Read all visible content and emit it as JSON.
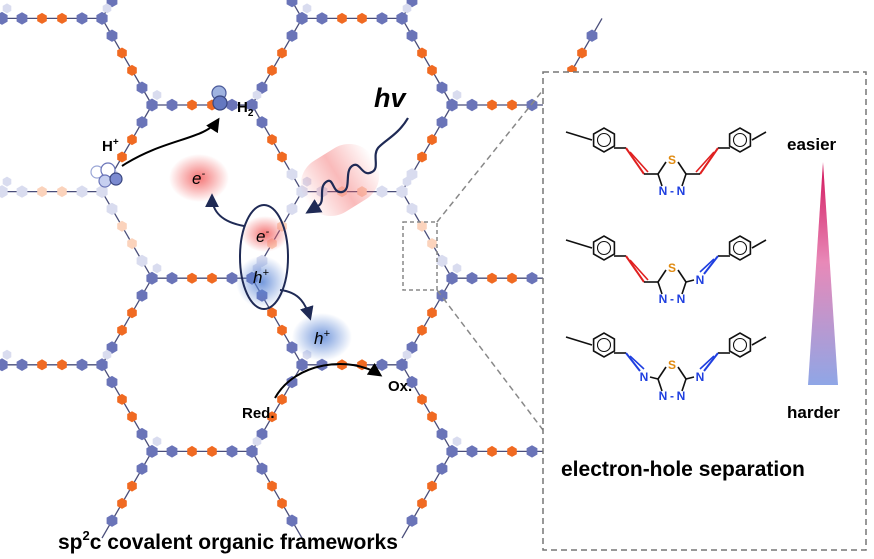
{
  "caption": {
    "prefix": "sp",
    "sup": "2",
    "suffix": "c covalent organic frameworks"
  },
  "light": {
    "label": "hv"
  },
  "hydrogen": {
    "reactant": "H",
    "reactant_sup": "+",
    "product": "H",
    "product_sub": "2"
  },
  "charges": {
    "electron_main": "e",
    "electron_main_sup": "-",
    "electron_pair": "e",
    "electron_pair_sup": "-",
    "hole_pair": "h",
    "hole_pair_sup": "+",
    "hole_main": "h",
    "hole_main_sup": "+"
  },
  "redox": {
    "reductant": "Red.",
    "oxidized": "Ox."
  },
  "panel": {
    "easier_label": "easier",
    "harder_label": "harder",
    "footer": "electron-hole separation",
    "ring_atoms": {
      "s": "S",
      "n_left": "N",
      "dash": "-",
      "n_right": "N"
    },
    "imine_n": "N"
  },
  "colors": {
    "node": "#6a74b8",
    "node_faded": "#d9dcef",
    "orange": "#f06a22",
    "vinylene": "#e02020",
    "imine": "#1f3fe0",
    "sulfur": "#e08a10",
    "red_glow": "#f25c5c",
    "blue_glow": "#5b86d6"
  }
}
